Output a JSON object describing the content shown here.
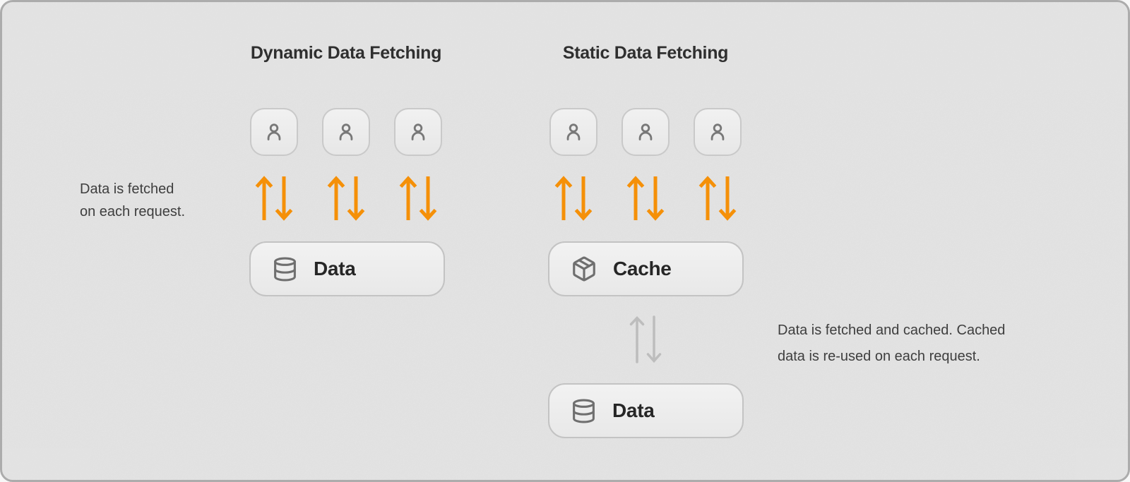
{
  "frame": {
    "background": "#EDEDED",
    "border_color": "#ACACAC"
  },
  "colors": {
    "arrow_active": "#F59008",
    "arrow_inactive": "#BDBDBD",
    "node_border": "#C3C3C3",
    "node_background": "#ECECEC",
    "title_text": "#2F2F2F",
    "caption_text": "#3E3E3E",
    "icon_stroke": "#6F6F6F"
  },
  "dynamic_column": {
    "title": "Dynamic Data Fetching",
    "caption": {
      "line1": "Data is fetched",
      "line2": "on each request."
    },
    "users": {
      "count": 3,
      "icon": "user-icon"
    },
    "request_arrows": {
      "count": 3,
      "icon": "up-down-arrows-icon",
      "color": "#F59008"
    },
    "data_node": {
      "icon": "database-icon",
      "label": "Data"
    }
  },
  "static_column": {
    "title": "Static Data Fetching",
    "caption": {
      "line1": "Data is fetched and cached. Cached",
      "line2": "data is re-used on each request."
    },
    "users": {
      "count": 3,
      "icon": "user-icon"
    },
    "request_arrows": {
      "count": 3,
      "icon": "up-down-arrows-icon",
      "color": "#F59008"
    },
    "cache_node": {
      "icon": "package-icon",
      "label": "Cache"
    },
    "cache_to_data_arrows": {
      "icon": "up-down-arrows-icon",
      "color": "#BDBDBD"
    },
    "data_node": {
      "icon": "database-icon",
      "label": "Data"
    }
  }
}
